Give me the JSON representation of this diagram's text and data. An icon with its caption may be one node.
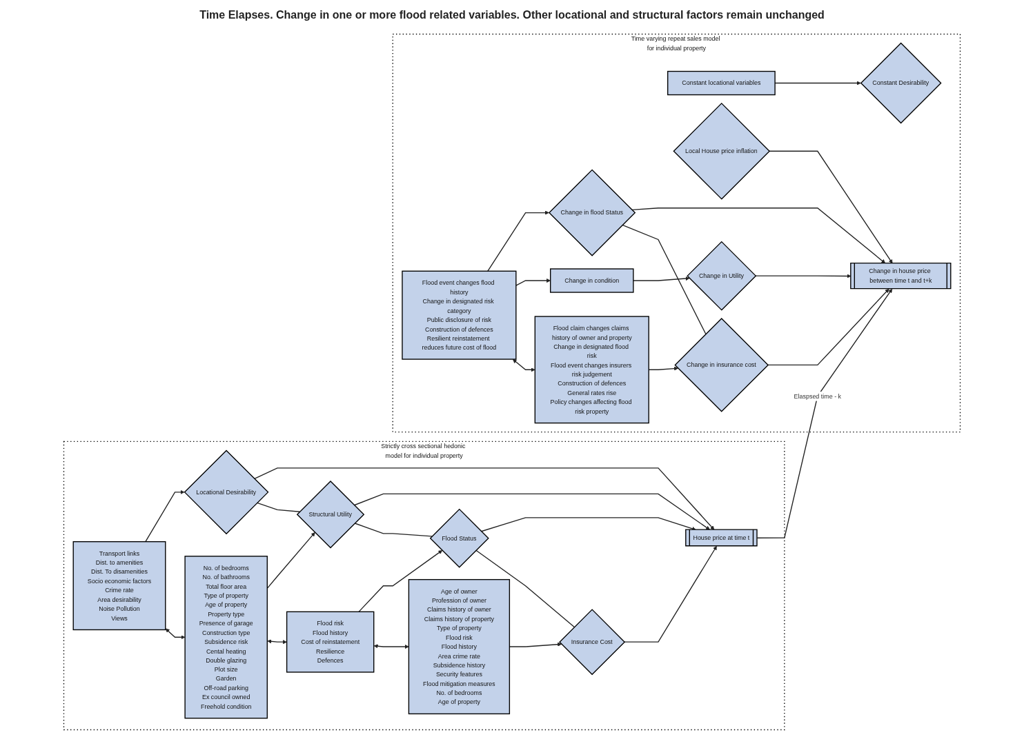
{
  "diagram": {
    "nodes": [
      {
        "text": [
          "Strictly cross sectional hedonic model for individual property"
        ]
      },
      {
        "text": [
          "Transport links",
          "Dist. to amenities",
          "Dist. To disamenities",
          "Socio economic factors",
          "Crime rate",
          "Area desirability",
          "Noise Pollution",
          "Views"
        ],
        "in": 0
      },
      {
        "text": [
          "No. of bedrooms",
          "No. of bathrooms",
          "Total floor area",
          "Type of property",
          "Age of property",
          "Property type",
          "Presence of garage",
          "Construction type",
          "Subsidence risk",
          "Cental heating",
          "Double glazing",
          "Plot size",
          "Garden",
          "Off-road parking",
          "Ex council owned",
          "Freehold condition"
        ],
        "in": 0
      },
      {
        "text": [
          "Flood risk",
          "Flood history",
          "Cost of reinstatement",
          "Resilience",
          "Defences"
        ],
        "in": 0
      },
      {
        "text": [
          "Age of owner",
          "Profession of owner",
          "Claims history of owner",
          "Claims history of property",
          "Type of property",
          "Flood risk",
          "Flood history",
          "Area crime rate",
          "Subsidence history",
          "Security features",
          "Flood mitigation measures",
          "No. of bedrooms",
          "Age of property"
        ],
        "in": 0
      },
      {
        "text": [
          "Locational Desirability"
        ],
        "in": 0
      },
      {
        "text": [
          "Structural Utility"
        ],
        "in": 0
      },
      {
        "text": [
          "Flood Status"
        ],
        "in": 0
      },
      {
        "text": [
          "Insurance Cost"
        ],
        "in": 0
      },
      {
        "text": [
          "House price at time t"
        ],
        "in": 0
      },
      {
        "text": [
          "Time varying repeat sales model for individual property"
        ]
      },
      {
        "text": [
          "Constant Desirability"
        ],
        "in": 10
      },
      {
        "text": [
          "Constant locational variables"
        ],
        "in": 10
      },
      {
        "text": [
          "Local House price inflation"
        ],
        "in": 10
      },
      {
        "text": [
          "Change in Utility"
        ],
        "in": 10
      },
      {
        "text": [
          "Change in condition"
        ],
        "in": 10
      },
      {
        "text": [
          "Change in house price between time t and t+k"
        ],
        "in": 10
      },
      {
        "text": [
          "Flood event changes flood history",
          "Change in designated risk category",
          "Public disclosure of risk",
          "Construction of defences",
          "Resilient reinstatement reduces future cost of flood"
        ],
        "in": 10
      },
      {
        "text": [
          "Change in flood Status"
        ],
        "in": 10
      },
      {
        "text": [
          "Change in insurance cost"
        ],
        "in": 10
      },
      {
        "text": [
          "Flood claim changes claims history of owner and property",
          "Change in designated flood risk",
          "Flood event changes insurers risk judgement",
          "Construction of defences",
          "General rates rise",
          "Policy changes affecting flood risk property"
        ],
        "in": 10
      }
    ],
    "edges": [
      {
        "from": 1,
        "to": 5,
        "arrow": "to"
      },
      {
        "from": 2,
        "to": 6,
        "arrow": "to"
      },
      {
        "from": 3,
        "to": 7,
        "arrow": "to"
      },
      {
        "from": 4,
        "to": 8,
        "arrow": "to"
      },
      {
        "from": 5,
        "to": 9,
        "arrow": "to"
      },
      {
        "from": 6,
        "to": 9,
        "arrow": "to"
      },
      {
        "from": 7,
        "to": 9,
        "arrow": "to"
      },
      {
        "from": 8,
        "to": 9,
        "arrow": "to"
      },
      {
        "from": 1,
        "to": 2,
        "arrow": "both"
      },
      {
        "from": 2,
        "to": 3,
        "arrow": "both"
      },
      {
        "from": 3,
        "to": 4,
        "arrow": "both"
      },
      {
        "from": 5,
        "to": 6,
        "arrow": "none"
      },
      {
        "from": 6,
        "to": 7,
        "arrow": "none"
      },
      {
        "from": 7,
        "to": 8,
        "arrow": "none"
      },
      {
        "from": 9,
        "to": 16,
        "label": "Elaspsed time - k",
        "arrow": "to"
      },
      {
        "from": 12,
        "to": 11,
        "arrow": "to"
      },
      {
        "from": 13,
        "to": 16,
        "arrow": "to"
      },
      {
        "from": 15,
        "to": 14,
        "arrow": "to"
      },
      {
        "from": 14,
        "to": 16,
        "arrow": "to"
      },
      {
        "from": 17,
        "to": 18,
        "arrow": "to"
      },
      {
        "from": 20,
        "to": 19,
        "arrow": "to"
      },
      {
        "from": 18,
        "to": 16,
        "arrow": "to"
      },
      {
        "from": 19,
        "to": 16,
        "arrow": "to"
      },
      {
        "from": 17,
        "to": 15,
        "arrow": "to"
      },
      {
        "from": 17,
        "to": 20,
        "arrow": "both"
      },
      {
        "from": 18,
        "to": 19,
        "arrow": "none"
      }
    ],
    "labels": [
      "Time Elapses. Change in one or more flood related variables. Other locational and structural factors remain unchanged"
    ]
  }
}
